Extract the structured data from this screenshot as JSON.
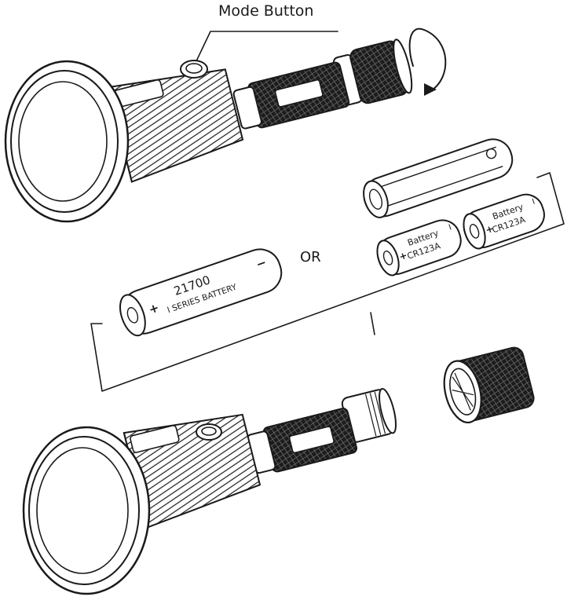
{
  "callout": {
    "mode_button_label": "Mode Button"
  },
  "battery_21700": {
    "line1": "21700",
    "line2": "I SERIES BATTERY",
    "plus": "+",
    "minus": "−"
  },
  "separator": {
    "or_label": "OR"
  },
  "cr123a": {
    "line1": "Battery",
    "line2": "CR123A",
    "plus": "+",
    "minus": "I"
  },
  "icons": {
    "rotation": "rotate-arrow-icon"
  },
  "colors": {
    "ink": "#1a1a1a",
    "paper": "#ffffff"
  }
}
